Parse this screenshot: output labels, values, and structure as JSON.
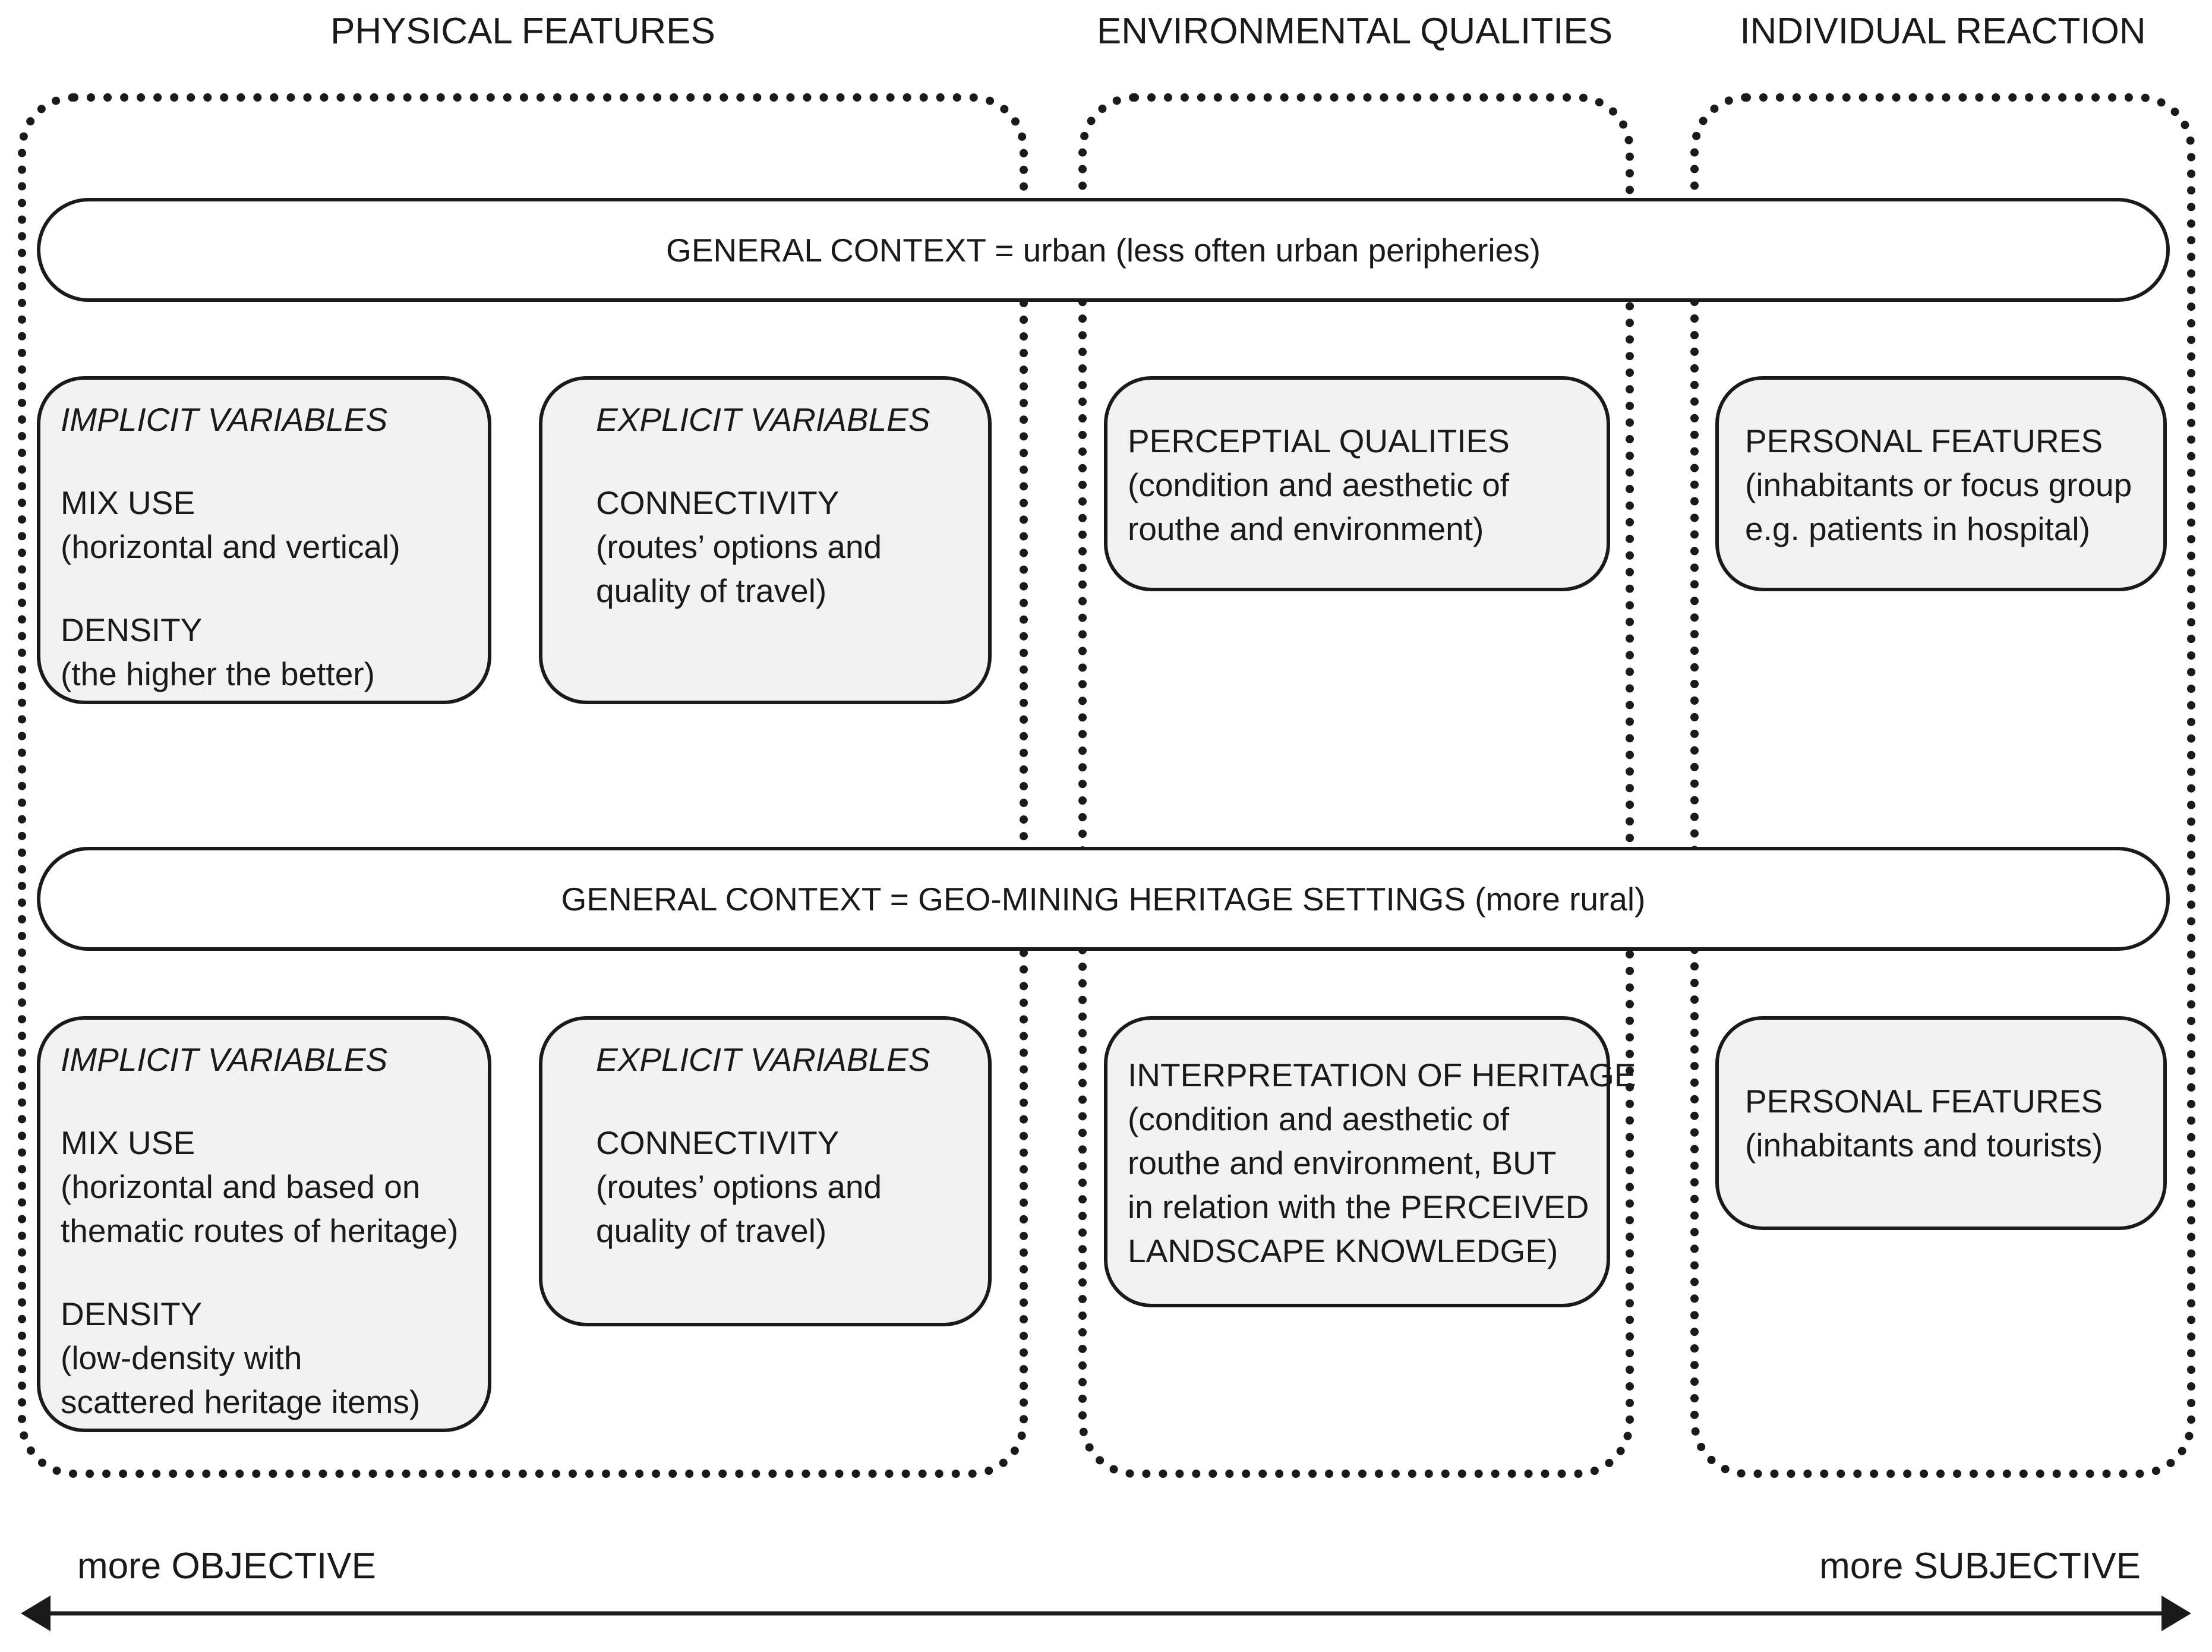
{
  "columns": {
    "physical": "PHYSICAL FEATURES",
    "environmental": "ENVIRONMENTAL QUALITIES",
    "individual": "INDIVIDUAL REACTION"
  },
  "urban": {
    "context": "GENERAL CONTEXT = urban (less often urban peripheries)",
    "implicit": {
      "title": "IMPLICIT VARIABLES",
      "line1": "MIX USE",
      "line2": "(horizontal and vertical)",
      "line3": "DENSITY",
      "line4": "(the higher the better)"
    },
    "explicit": {
      "title": "EXPLICIT VARIABLES",
      "line1": "CONNECTIVITY",
      "line2": "(routes’ options and",
      "line3": "quality of travel)"
    },
    "environmental": {
      "line1": "PERCEPTIAL QUALITIES",
      "line2": "(condition and aesthetic of",
      "line3": "routhe and environment)"
    },
    "individual": {
      "line1": "PERSONAL FEATURES",
      "line2": "(inhabitants or focus group",
      "line3": "e.g. patients in hospital)"
    }
  },
  "rural": {
    "context": "GENERAL CONTEXT = GEO-MINING HERITAGE SETTINGS (more rural)",
    "implicit": {
      "title": "IMPLICIT VARIABLES",
      "line1": "MIX USE",
      "line2": "(horizontal and based on",
      "line3": "thematic routes of heritage)",
      "line4": "DENSITY",
      "line5": "(low-density with",
      "line6": "scattered heritage items)"
    },
    "explicit": {
      "title": "EXPLICIT VARIABLES",
      "line1": "CONNECTIVITY",
      "line2": "(routes’ options and",
      "line3": "quality of travel)"
    },
    "environmental": {
      "line1": "INTERPRETATION OF HERITAGE",
      "line2": "(condition and aesthetic of",
      "line3": "routhe and environment, BUT",
      "line4": "in relation with the PERCEIVED",
      "line5": "LANDSCAPE KNOWLEDGE)"
    },
    "individual": {
      "line1": "PERSONAL FEATURES",
      "line2": "(inhabitants and tourists)"
    }
  },
  "axis": {
    "left": "more OBJECTIVE",
    "right": "more SUBJECTIVE"
  }
}
